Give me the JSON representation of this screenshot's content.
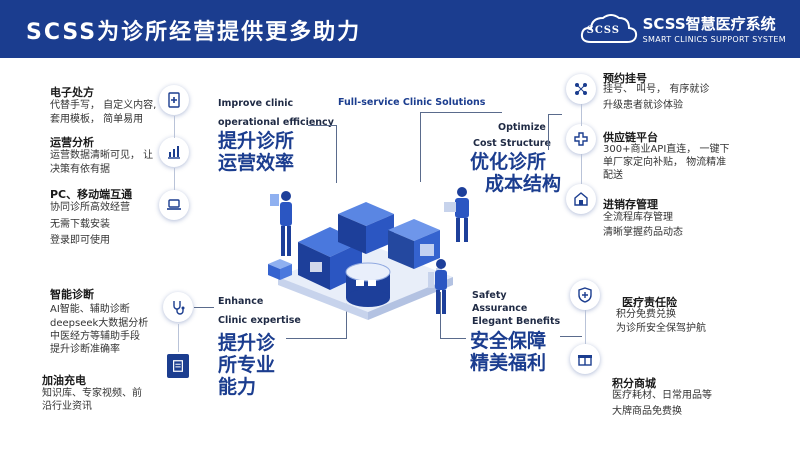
{
  "header": {
    "title": "SCSS为诊所经营提供更多助力",
    "logo_badge": "SCSS",
    "logo_main": "SCSS智慧医疗系统",
    "logo_sub": "SMART CLINICS SUPPORT SYSTEM"
  },
  "left": [
    {
      "title": "电子处方",
      "lines": [
        "代替手写， 自定义内容,",
        "套用模板， 简单易用"
      ],
      "icon": "prescription-icon"
    },
    {
      "title": "运营分析",
      "lines": [
        "运营数据清晰可见， 让",
        "决策有依有据"
      ],
      "icon": "bar-chart-icon"
    },
    {
      "title": "PC、移动端互通",
      "lines": [
        "协同诊所高效经营",
        "无需下载安装",
        "登录即可使用"
      ],
      "icon": "laptop-icon"
    },
    {
      "title": "智能诊断",
      "lines": [
        "AI智能、辅助诊断",
        "deepseek大数据分析",
        "中医经方等辅助手段",
        "提升诊断准确率"
      ],
      "icon": "stethoscope-icon"
    },
    {
      "title": "加油充电",
      "lines": [
        "知识库、专家视频、前",
        "沿行业资讯"
      ],
      "icon": "book-icon"
    }
  ],
  "right": [
    {
      "title": "预约挂号",
      "lines": [
        "挂号、 叫号， 有序就诊",
        "升级患者就诊体验"
      ],
      "icon": "network-icon"
    },
    {
      "title": "供应链平台",
      "lines": [
        "300+商业API直连， 一键下",
        "单厂家定向补贴， 物流精准",
        "配送"
      ],
      "icon": "medical-cross-icon"
    },
    {
      "title": "进销存管理",
      "lines": [
        "全流程库存管理",
        "清晰掌握药品动态"
      ],
      "icon": "warehouse-icon"
    },
    {
      "title": "医疗责任险",
      "lines": [
        "积分免费兑换",
        "为诊所安全保驾护航"
      ],
      "icon": "shield-icon"
    },
    {
      "title": "积分商城",
      "lines": [
        "医疗耗材、日常用品等",
        "大牌商品免费换"
      ],
      "icon": "gift-icon"
    }
  ],
  "center": {
    "top_en": "Full-service Clinic Solutions",
    "tl_en1": "Improve  clinic",
    "tl_en2": "operational efficiency",
    "tl_big1": "提升诊所",
    "tl_big2": "运营效率",
    "tr_en1": "Optimize",
    "tr_en2": "Cost Structure",
    "tr_big1": "优化诊所",
    "tr_big2": "成本结构",
    "bl_en1": "Enhance",
    "bl_en2": "Clinic expertise",
    "bl_big1": "提升诊",
    "bl_big2": "所专业",
    "bl_big3": "能力",
    "br_en1": "Safety",
    "br_en2": "Assurance",
    "br_en3": "Elegant Benefits",
    "br_big1": "安全保障",
    "br_big2": "精美福利"
  },
  "colors": {
    "primary": "#1b3d8f",
    "accent": "#2e6fdc",
    "text": "#1a1a1a"
  }
}
